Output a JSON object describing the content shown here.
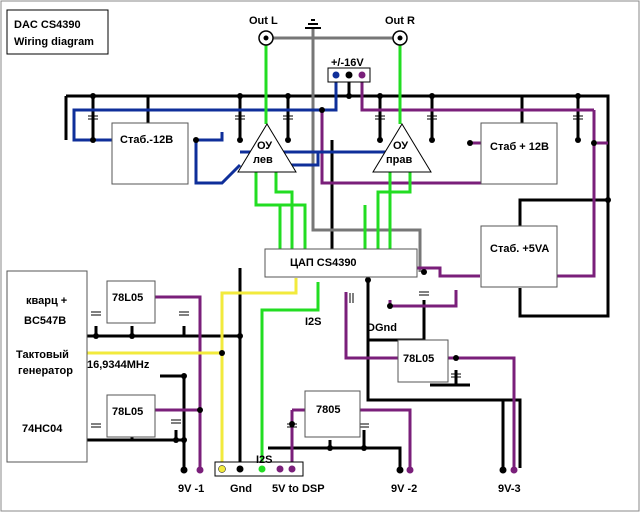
{
  "title": {
    "line1": "DAC CS4390",
    "line2": "Wiring diagram"
  },
  "outputs": {
    "left": "Out L",
    "right": "Out R"
  },
  "power_in": "+/-16V",
  "blocks": {
    "stab_neg12": "Стаб.-12В",
    "stab_pos12": "Стаб + 12В",
    "stab_5va": "Стаб. +5VA",
    "opamp_left": [
      "ОУ",
      "лев"
    ],
    "opamp_right": [
      "ОУ",
      "прав"
    ],
    "dac": "ЦАП CS4390",
    "reg_top": "78L05",
    "reg_mid": "78L05",
    "reg_right": "78L05",
    "reg_7805": "7805",
    "clock_labels": [
      "кварц +",
      "BC547B",
      "Тактовый",
      "генератор",
      "74HC04"
    ],
    "freq": "16,9344MHz"
  },
  "labels": {
    "i2s_1": "I2S",
    "i2s_2": "I2S",
    "dgnd": "DGnd",
    "v9_1": "9V -1",
    "gnd": "Gnd",
    "dsp": "5V to DSP",
    "v9_2": "9V -2",
    "v9_3": "9V-3"
  },
  "colors": {
    "ground": "#000000",
    "positive": "#7a1f7a",
    "negative": "#0f2f9a",
    "audio": "#22dd22",
    "i2s_signal": "#f2ea3c",
    "output_ground": "#777777"
  }
}
